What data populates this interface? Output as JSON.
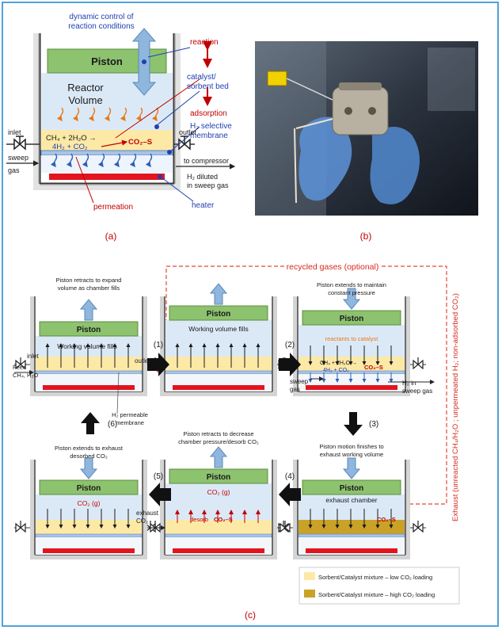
{
  "panel_a": {
    "label": "(a)",
    "piston": "Piston",
    "dynamic_control": [
      "dynamic control of",
      "reaction conditions"
    ],
    "reactor_volume": [
      "Reactor",
      "Volume"
    ],
    "reaction": "reaction",
    "catalyst": [
      "catalyst/",
      "sorbent bed"
    ],
    "adsorption": "adsorption",
    "membrane": [
      "H₂ selective",
      "membrane"
    ],
    "inlet": "inlet",
    "outlet": "outlet",
    "eq_top": "CH₄ + 2H₂O →",
    "eq_bottom": "4H₂ + CO₂",
    "co2s": "CO₂–S",
    "to_compressor": "to compressor",
    "diluted": [
      "H₂ diluted",
      "in sweep gas"
    ],
    "sweep": [
      "sweep",
      "gas"
    ],
    "permeation": "permeation",
    "heater": "heater"
  },
  "panel_b": {
    "label": "(b)"
  },
  "panel_c": {
    "label": "(c)",
    "recycled": "recycled gases (optional)",
    "exhaust_side": "Exhaust (unreacted CH₄/H₂O ; unpermeated H₂; non-adsorbed CO₂)",
    "piston": "Piston",
    "c1_caption": [
      "Piston retracts to expand",
      "volume as chamber fills"
    ],
    "c1_working": "Working volume fills",
    "inlet": "inlet",
    "feed": [
      "Feed",
      "CH₄, H₂O"
    ],
    "outlet": "outlet",
    "h2_perm": [
      "H₂ permeable",
      "membrane"
    ],
    "c2_working": "Working volume fills",
    "c3_caption": [
      "Piston extends to maintain",
      "constant pressure"
    ],
    "c3_reactants": "reactants to catalyst",
    "c3_eq_top": "CH₄ + 2H₂O →",
    "c3_eq_bottom": "4H₂ + CO₂",
    "c3_co2s": "CO₂–S",
    "sweep": [
      "sweep",
      "gas"
    ],
    "h2_in": [
      "H₂ in",
      "sweep gas"
    ],
    "c4_caption": [
      "Piston motion finishes to",
      "exhaust working volume"
    ],
    "c4_exhaust": "exhaust chamber",
    "c4_co2s": "CO₂–S",
    "c5_caption": [
      "Piston retracts to decrease",
      "chamber pressure/desorb CO₂"
    ],
    "c5_co2g": "CO₂ (g)",
    "c5_desorb": "desorb",
    "c5_co2s": "CO₂–S",
    "c6_caption": [
      "Piston extends to exhaust",
      "desorbed CO₂"
    ],
    "c6_co2g": "CO₂ (g)",
    "exhaust_co2": [
      "exhaust",
      "CO₂"
    ],
    "steps": [
      "(1)",
      "(2)",
      "(3)",
      "(4)",
      "(5)",
      "(6)"
    ],
    "legend_low": "Sorbent/Catalyst mixture – low CO₂ loading",
    "legend_high": "Sorbent/Catalyst mixture – high CO₂ loading"
  },
  "colors": {
    "piston": "#8dc26f",
    "sorbent_low": "#fde9a6",
    "sorbent_high": "#c9a227",
    "heater": "#e2141e",
    "volume": "#dbe9f7",
    "arrow_blue": "#8fb6dd",
    "frame": "#4fa3d9",
    "red_text": "#c00000",
    "blue_text": "#2140b0"
  }
}
